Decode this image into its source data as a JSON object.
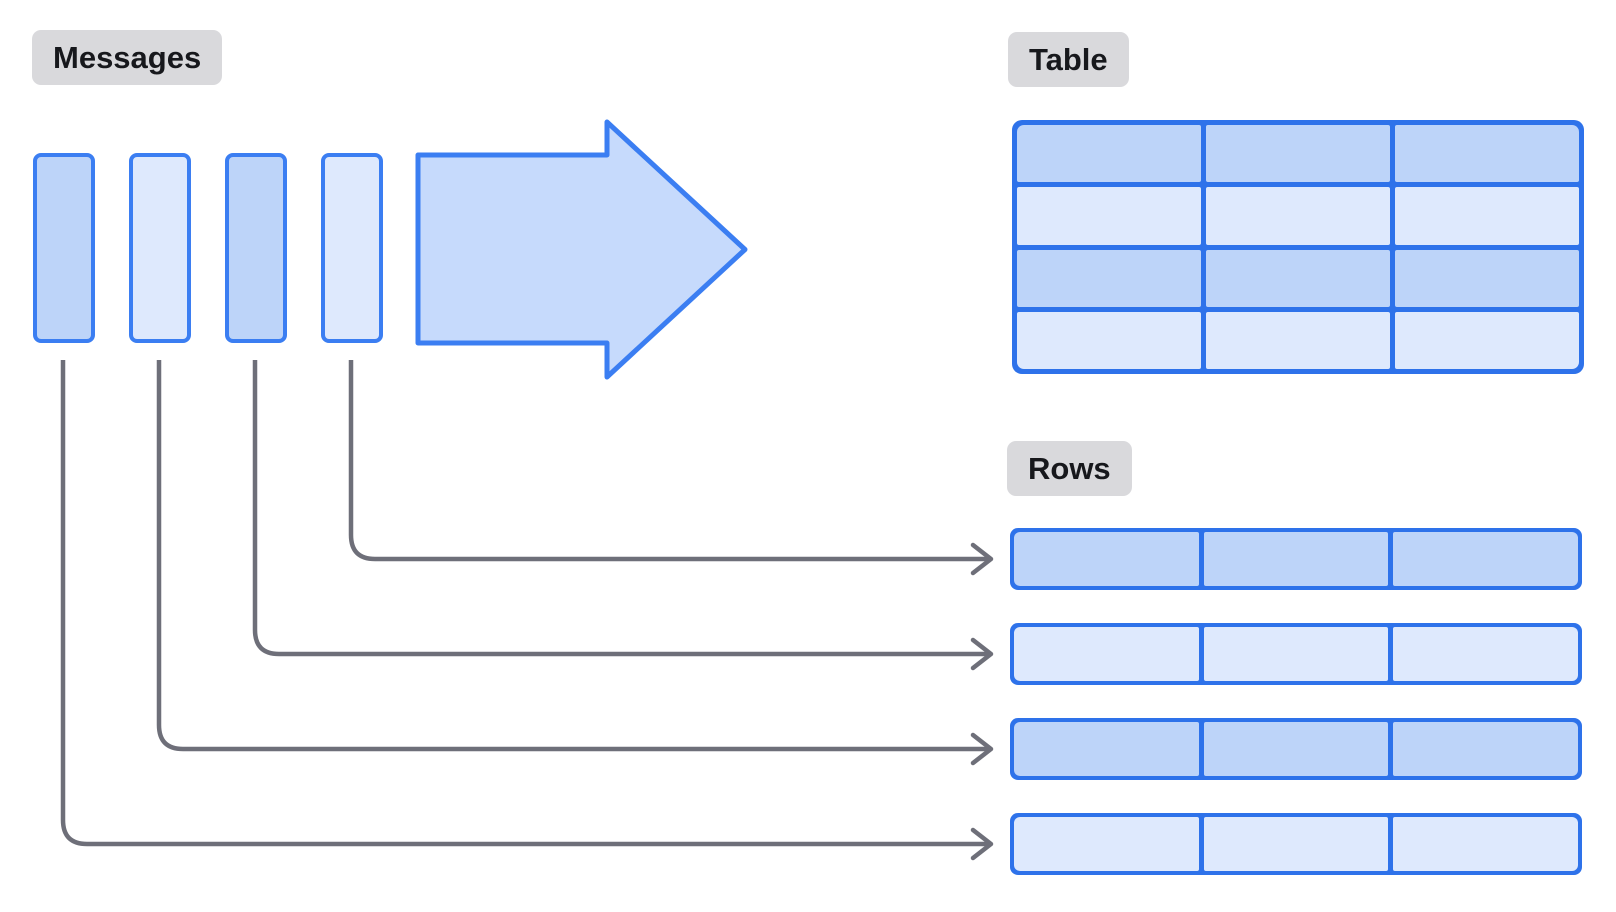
{
  "labels": {
    "messages": "Messages",
    "table": "Table",
    "rows": "Rows"
  },
  "colors": {
    "border_blue": "#3b7ef2",
    "grid_blue": "#2e72ea",
    "fill_dark": "#bdd4f9",
    "fill_light": "#dee9fd",
    "arrow_fill": "#c6dafc",
    "connector_gray": "#6e6f79",
    "label_bg": "#d9d9dc",
    "label_text": "#17181c"
  },
  "messages": {
    "bars": [
      {
        "shade": "dark"
      },
      {
        "shade": "light"
      },
      {
        "shade": "dark"
      },
      {
        "shade": "light"
      }
    ]
  },
  "table": {
    "columns": 3,
    "row_shades": [
      "dark",
      "light",
      "dark",
      "light"
    ]
  },
  "rows": {
    "columns": 3,
    "strip_shades": [
      "dark",
      "light",
      "dark",
      "light"
    ]
  },
  "connections": [
    {
      "from_message": 4,
      "to_row": 1
    },
    {
      "from_message": 3,
      "to_row": 2
    },
    {
      "from_message": 2,
      "to_row": 3
    },
    {
      "from_message": 1,
      "to_row": 4
    }
  ]
}
